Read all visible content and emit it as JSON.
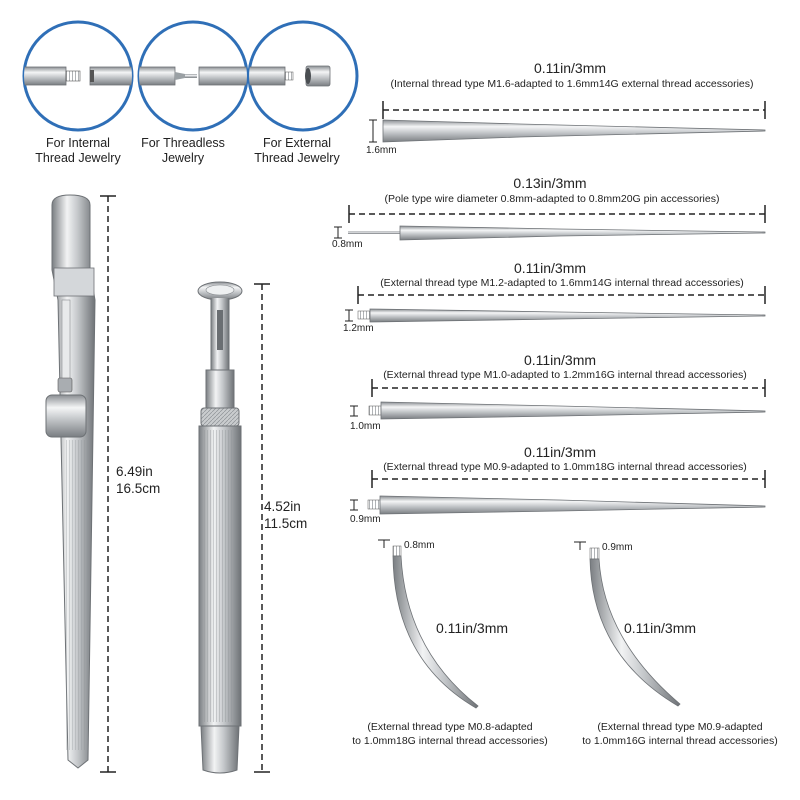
{
  "circles": [
    {
      "line1": "For Internal",
      "line2": "Thread Jewelry"
    },
    {
      "line1": "For Threadless",
      "line2": "Jewelry"
    },
    {
      "line1": "For External",
      "line2": "Thread Jewelry"
    }
  ],
  "taper_items": [
    {
      "size": "0.11in/3mm",
      "desc": "(Internal thread type M1.6-adapted to 1.6mm14G external thread accessories)",
      "gauge": "1.6mm"
    },
    {
      "size": "0.13in/3mm",
      "desc": "(Pole type wire diameter 0.8mm-adapted to 0.8mm20G pin accessories)",
      "gauge": "0.8mm"
    },
    {
      "size": "0.11in/3mm",
      "desc": "(External thread type M1.2-adapted to 1.6mm14G internal thread accessories)",
      "gauge": "1.2mm"
    },
    {
      "size": "0.11in/3mm",
      "desc": "(External thread type M1.0-adapted to 1.2mm16G internal thread accessories)",
      "gauge": "1.0mm"
    },
    {
      "size": "0.11in/3mm",
      "desc": "(External thread type M0.9-adapted to 1.0mm18G internal thread accessories)",
      "gauge": "0.9mm"
    }
  ],
  "curved_items": [
    {
      "gauge": "0.8mm",
      "size": "0.11in/3mm",
      "line1": "(External thread type M0.8-adapted",
      "line2": "to 1.0mm18G internal thread accessories)"
    },
    {
      "gauge": "0.9mm",
      "size": "0.11in/3mm",
      "line1": "(External thread type M0.9-adapted",
      "line2": "to 1.0mm16G internal thread accessories)"
    }
  ],
  "tweezers": {
    "inches": "6.49in",
    "cm": "16.5cm"
  },
  "holder": {
    "inches": "4.52in",
    "cm": "11.5cm"
  },
  "colors": {
    "circle_border": "#2f6fb7",
    "steel": "#b8bcc0",
    "text": "#222222"
  }
}
